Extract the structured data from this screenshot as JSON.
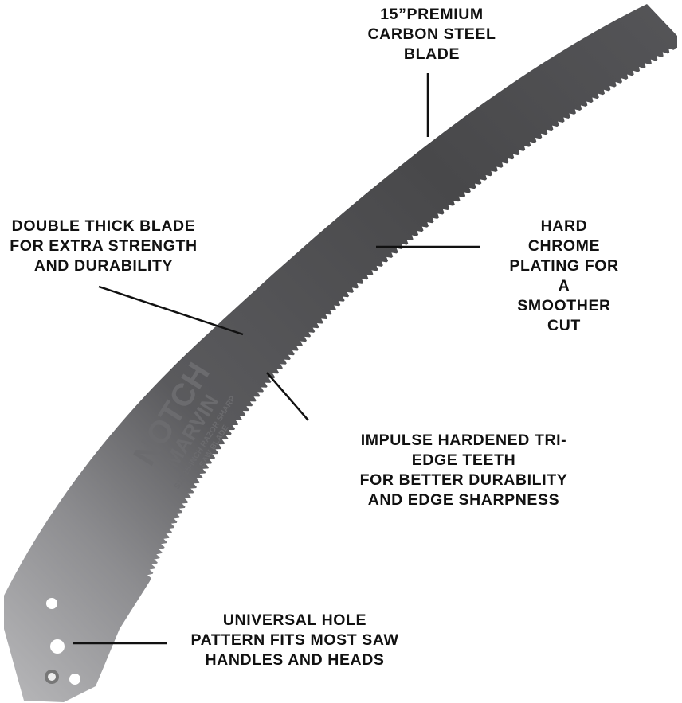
{
  "callouts": [
    {
      "id": "blade-material",
      "text": "15”PREMIUM\nCARBON STEEL\nBLADE"
    },
    {
      "id": "double-thick",
      "text": "DOUBLE THICK BLADE\nFOR EXTRA STRENGTH\nAND DURABILITY"
    },
    {
      "id": "chrome",
      "text": "HARD CHROME\nPLATING FOR A\nSMOOTHER CUT"
    },
    {
      "id": "teeth",
      "text": "IMPULSE HARDENED TRI-EDGE TEETH\nFOR BETTER DURABILITY\nAND EDGE SHARPNESS"
    },
    {
      "id": "holes",
      "text": "UNIVERSAL HOLE\nPATTERN FITS MOST SAW\nHANDLES AND HEADS"
    }
  ],
  "blade_etching": {
    "brand": "NOTCH MARVIN",
    "model": "S16 15-INCH RAZOR SHARP SAW BLADE"
  },
  "colors": {
    "blade_dark": "#4a4a4c",
    "blade_light": "#a9a9ab",
    "text": "#111111"
  }
}
